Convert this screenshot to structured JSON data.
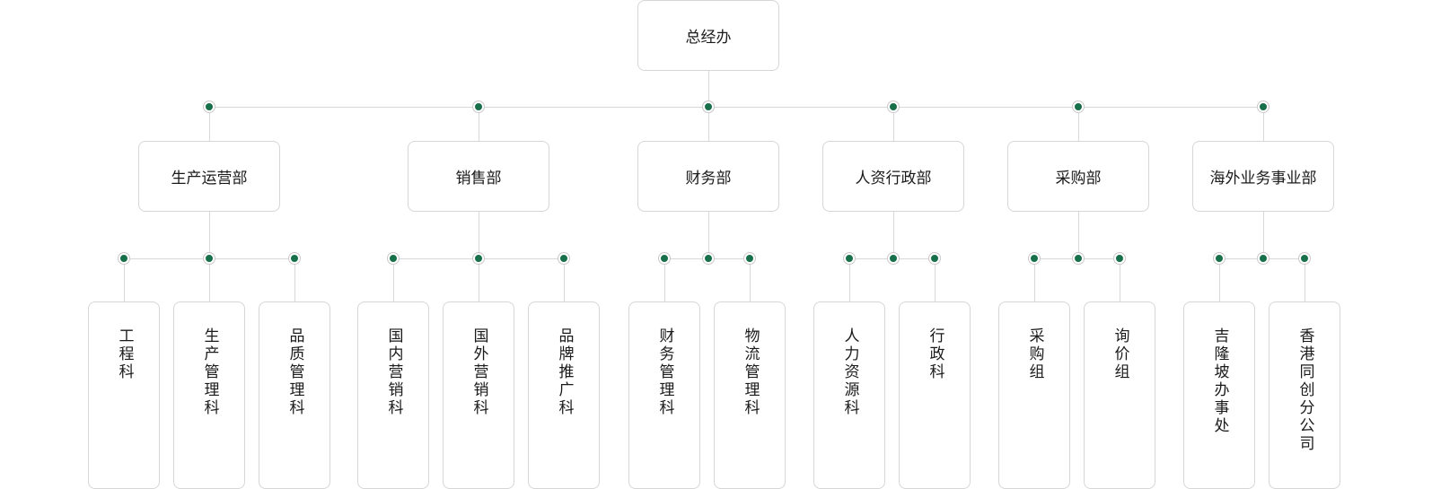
{
  "colors": {
    "node": "#17704a",
    "line": "#d8d8d8",
    "border": "#d6d6d6"
  },
  "root": {
    "label": "总经办"
  },
  "departments": [
    {
      "label": "生产运营部",
      "sections": [
        "工程科",
        "生产管理科",
        "品质管理科"
      ]
    },
    {
      "label": "销售部",
      "sections": [
        "国内营销科",
        "国外营销科",
        "品牌推广科"
      ]
    },
    {
      "label": "财务部",
      "sections": [
        "财务管理科",
        "物流管理科"
      ]
    },
    {
      "label": "人资行政部",
      "sections": [
        "人力资源科",
        "行政科"
      ]
    },
    {
      "label": "采购部",
      "sections": [
        "采购组",
        "询价组"
      ]
    },
    {
      "label": "海外业务事业部",
      "sections": [
        "吉隆坡办事处",
        "香港同创分公司"
      ]
    }
  ]
}
